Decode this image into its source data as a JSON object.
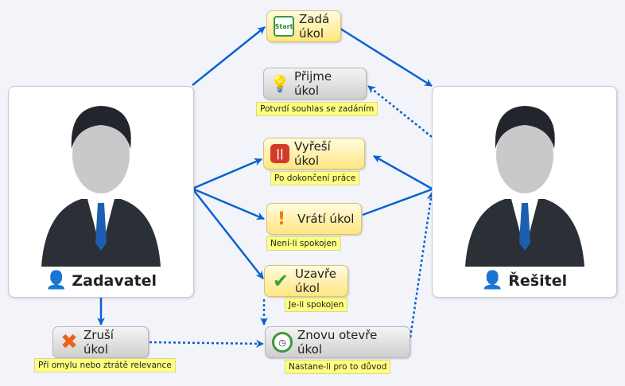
{
  "actors": {
    "assigner": "Zadavatel",
    "solver": "Řešitel"
  },
  "nodes": {
    "assign": {
      "label": "Zadá úkol",
      "icon": "start-icon",
      "icon_text": "Start"
    },
    "accept": {
      "label": "Přijme úkol",
      "icon": "lightbulb-icon",
      "note": "Potvrdí souhlas se zadáním"
    },
    "solve": {
      "label": "Vyřeší úkol",
      "icon": "pause-icon",
      "note": "Po dokončení práce"
    },
    "return": {
      "label": "Vrátí úkol",
      "icon": "exclamation-icon",
      "note": "Není-li spokojen"
    },
    "close": {
      "label": "Uzavře úkol",
      "icon": "checkmark-icon",
      "note": "Je-li spokojen"
    },
    "reopen": {
      "label": "Znovu otevře úkol",
      "icon": "clock-icon",
      "note": "Nastane-li pro to důvod"
    },
    "cancel": {
      "label": "Zruší úkol",
      "icon": "x-icon",
      "note": "Při omylu nebo ztrátě relevance"
    }
  },
  "colors": {
    "arrow": "#0a62d0",
    "note": "#ffff80"
  }
}
